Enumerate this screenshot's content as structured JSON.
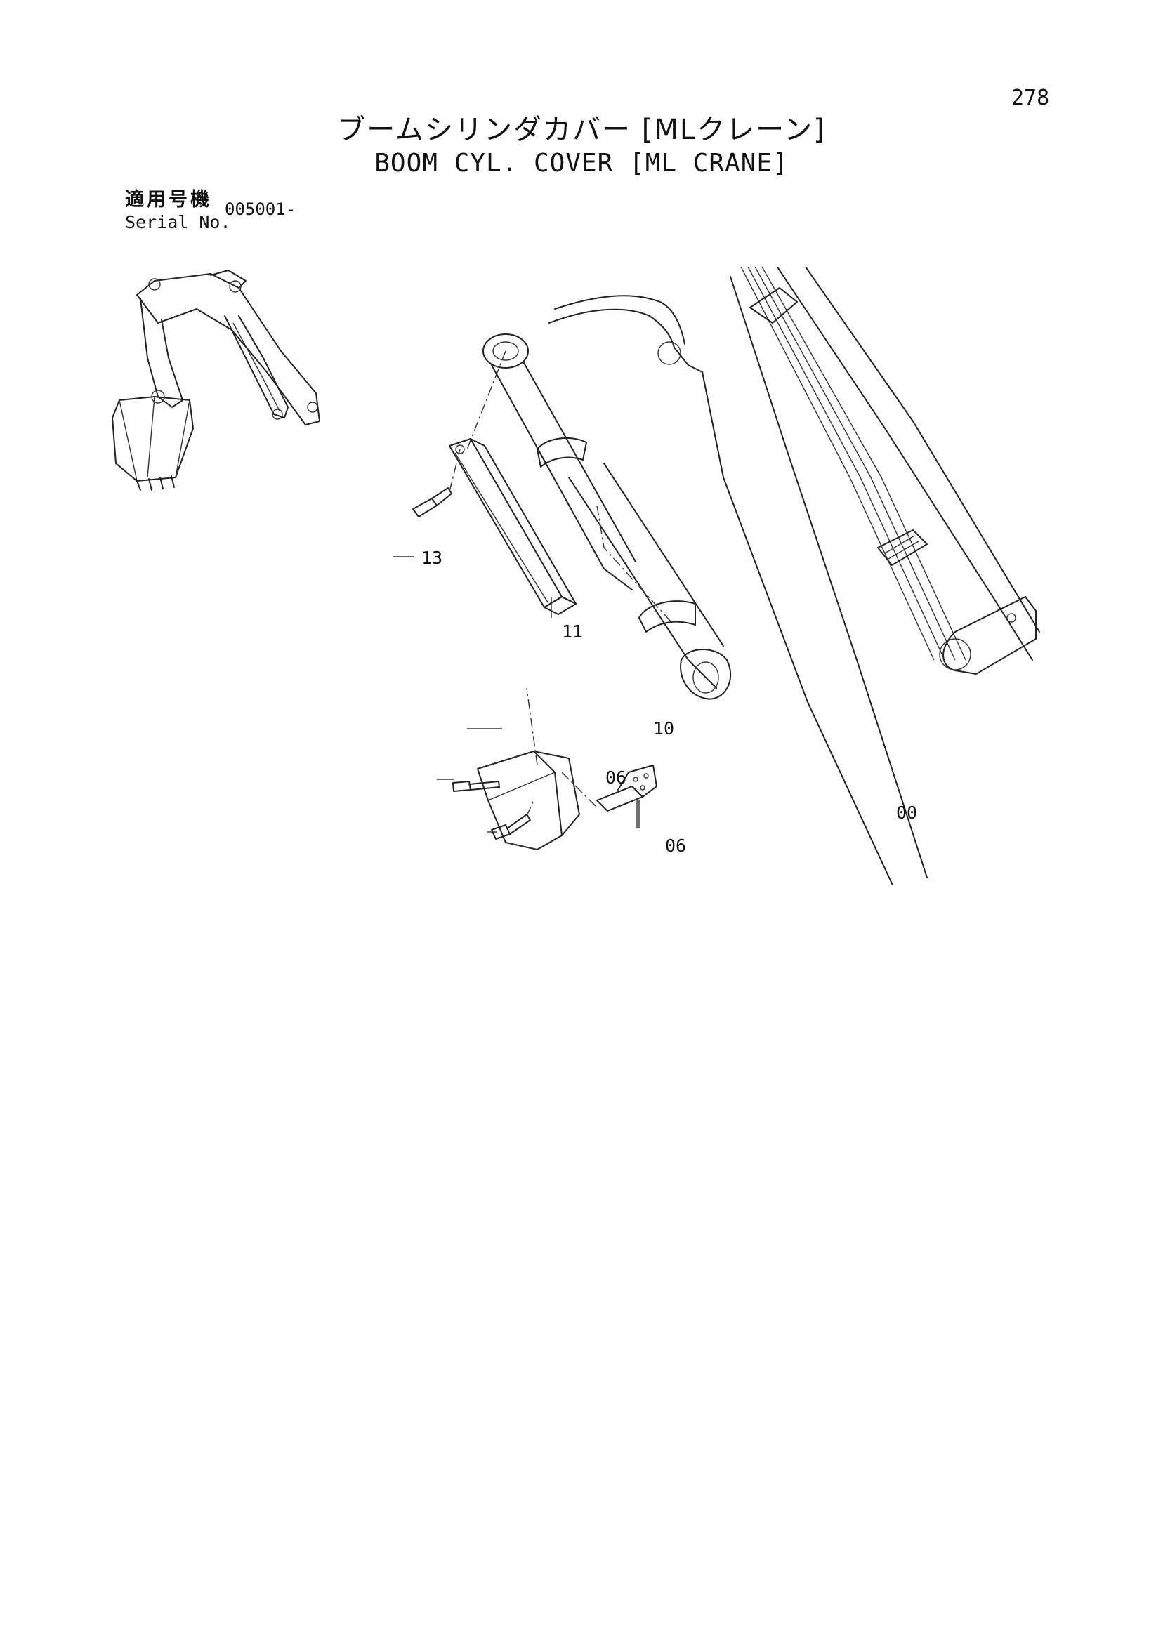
{
  "page": {
    "number": "278",
    "title_jp": "ブームシリンダカバー [MLクレーン]",
    "title_en": "BOOM CYL. COVER [ML CRANE]",
    "serial_label_jp": "適用号機",
    "serial_label_en": "Serial No.",
    "serial_value": "005001-"
  },
  "callouts": [
    {
      "id": "c13",
      "label": "13"
    },
    {
      "id": "c11",
      "label": "11"
    },
    {
      "id": "c10",
      "label": "10"
    },
    {
      "id": "c06a",
      "label": "06"
    },
    {
      "id": "c06b",
      "label": "06"
    },
    {
      "id": "c00",
      "label": "00"
    }
  ]
}
